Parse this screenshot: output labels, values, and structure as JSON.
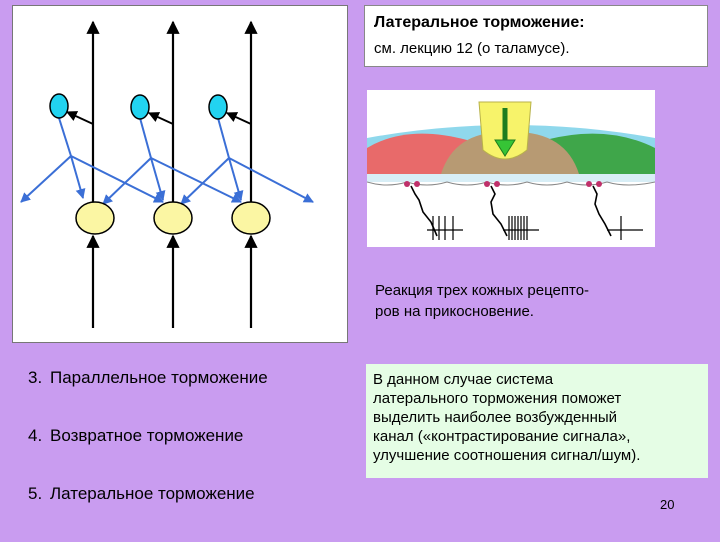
{
  "title_box": {
    "title": "Латеральное торможение:",
    "subtitle": "см. лекцию 12 (о таламусе)."
  },
  "caption": {
    "line1": "Реакция трех кожных рецепто-",
    "line2": "ров на прикосновение."
  },
  "inhibition_types": [
    {
      "number": "3.",
      "label": "Параллельное торможение"
    },
    {
      "number": "4.",
      "label": "Возвратное торможение"
    },
    {
      "number": "5.",
      "label": "Латеральное торможение"
    }
  ],
  "note": {
    "line1": "В данном случае система",
    "line2": "латерального торможения поможет",
    "line3": "выделить наиболее возбужденный",
    "line4": "канал («контрастирование сигнала»,",
    "line5": "улучшение соотношения сигнал/шум)."
  },
  "page_number": "20",
  "colors": {
    "background": "#c99cf0",
    "interneuron": "#22d3f0",
    "relay_neuron": "#fbf6a3",
    "inhibitory_axon": "#3b6fd6",
    "note_background": "#e5fde5",
    "stimulus_arrow": "#36c436"
  }
}
